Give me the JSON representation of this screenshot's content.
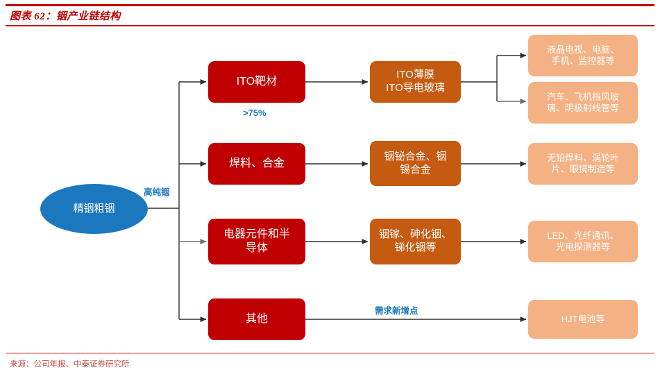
{
  "header": {
    "title": "图表 62：铟产业链结构",
    "rule_color": "#C00000"
  },
  "footer": {
    "source": "来源：公司年报、中泰证券研究所",
    "rule_color": "#E8A0A0"
  },
  "palette": {
    "red": "#C00000",
    "orange": "#C55A11",
    "peach": "#F4B183",
    "blue": "#1B78BE",
    "connector": "#404040",
    "background": "#FFFFFF"
  },
  "diagram": {
    "type": "flowchart",
    "source_node": {
      "label": "精铟粗铟",
      "shape": "ellipse",
      "color": "#1B78BE"
    },
    "trunk_label": "高纯铟",
    "stage1": [
      {
        "label": "ITO靶材",
        "color": "#C00000",
        "note": ">75%"
      },
      {
        "label": "焊料、合金",
        "color": "#C00000",
        "note": ""
      },
      {
        "label": "电器元件和半\n导体",
        "color": "#C00000",
        "note": ""
      },
      {
        "label": "其他",
        "color": "#C00000",
        "note": ""
      }
    ],
    "stage2": [
      {
        "label": "ITO薄膜\nITO导电玻璃",
        "color": "#C55A11"
      },
      {
        "label": "铟铋合金、铟\n锡合金",
        "color": "#C55A11"
      },
      {
        "label": "铟镓、砷化铟、\n锑化铟等",
        "color": "#C55A11"
      }
    ],
    "stage3": [
      {
        "label": "液晶电视、电脑、\n手机、监控器等",
        "color": "#F4B183"
      },
      {
        "label": "汽车、飞机挡风玻\n璃、阴极射线管等",
        "color": "#F4B183"
      },
      {
        "label": "无铅焊料、涡轮叶\n片、眼镜制造等",
        "color": "#F4B183"
      },
      {
        "label": "LED、光纤通讯、\n光电探测器等",
        "color": "#F4B183"
      },
      {
        "label": "HJT电池等",
        "color": "#F4B183"
      }
    ],
    "edge_labels": [
      {
        "text": ">75%",
        "color": "#1B78BE"
      },
      {
        "text": "需求新增点",
        "color": "#1B78BE"
      }
    ]
  }
}
